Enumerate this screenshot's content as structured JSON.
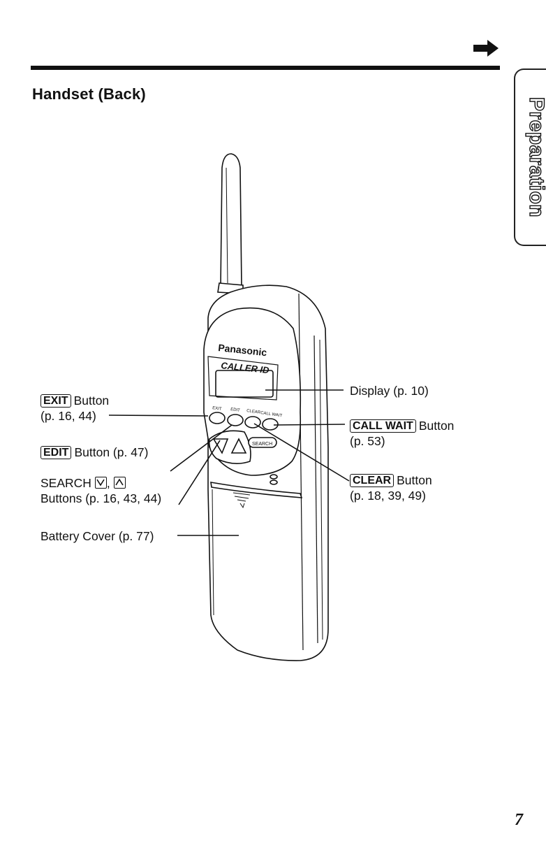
{
  "page": {
    "title": "Handset (Back)",
    "side_tab": "Preparation",
    "page_number": "7"
  },
  "phone": {
    "brand": "Panasonic",
    "model_label": "CALLER ID",
    "button_labels": [
      "EXIT",
      "EDIT",
      "CLEAR",
      "CALL WAIT"
    ],
    "search_label": "SEARCH"
  },
  "callouts": {
    "exit": {
      "key": "EXIT",
      "line1": "Button",
      "line2": "(p. 16, 44)"
    },
    "edit": {
      "key": "EDIT",
      "text": "Button (p. 47)"
    },
    "search": {
      "line1": "SEARCH",
      "line2": "Buttons (p. 16, 43, 44)"
    },
    "battery": {
      "text": "Battery Cover (p. 77)"
    },
    "display": {
      "text": "Display (p. 10)"
    },
    "call_wait": {
      "key": "CALL WAIT",
      "line1": "Button",
      "line2": "(p. 53)"
    },
    "clear": {
      "key": "CLEAR",
      "line1": "Button",
      "line2": "(p. 18, 39, 49)"
    }
  },
  "icons": [
    "right-arrow-icon",
    "down-arrow-key-icon",
    "up-arrow-key-icon"
  ]
}
